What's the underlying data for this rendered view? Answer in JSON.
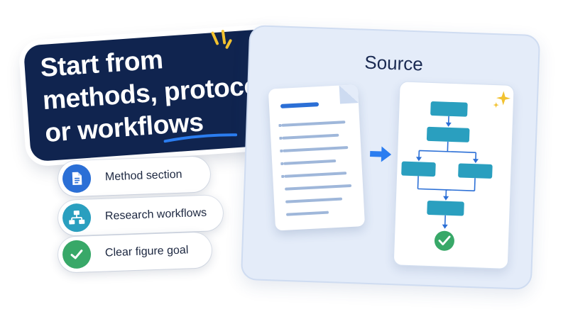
{
  "headline": {
    "line1": "Start from",
    "line2": "methods, protocols,",
    "line3": "or workflows"
  },
  "features": [
    {
      "label": "Method section",
      "icon": "document-icon",
      "color": "#2b6fd6"
    },
    {
      "label": "Research workflows",
      "icon": "workflow-icon",
      "color": "#2a9fbf"
    },
    {
      "label": "Clear figure goal",
      "icon": "checkmark-icon",
      "color": "#38a868"
    }
  ],
  "source_panel": {
    "title": "Source"
  },
  "colors": {
    "navy": "#10244f",
    "accent_blue": "#2b6fd6",
    "flow_teal": "#2a9fbf",
    "success_green": "#38a868",
    "sparkle_yellow": "#f2c230",
    "panel_bg": "#e4ecf9"
  }
}
